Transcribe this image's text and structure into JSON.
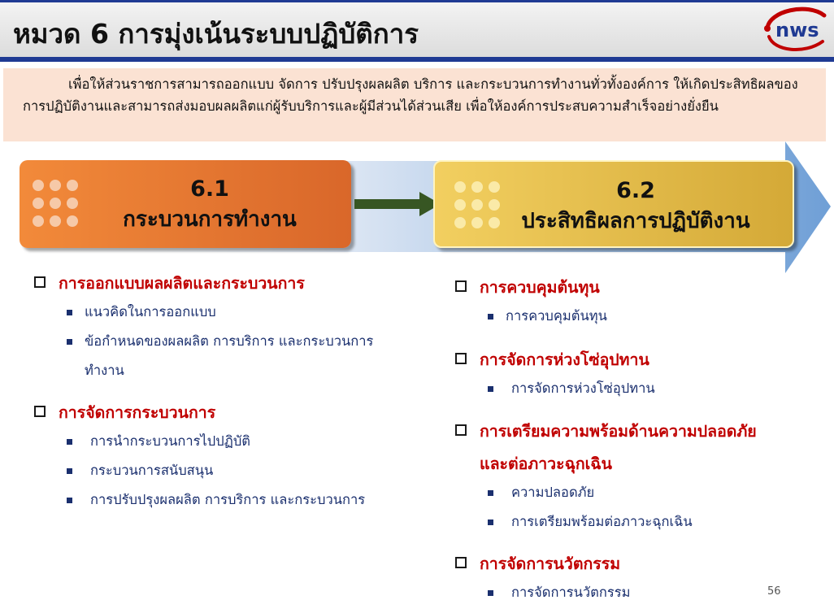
{
  "header": {
    "title": "หมวด 6  การมุ่งเน้นระบบปฏิบัติการ",
    "logo_text": "nws"
  },
  "intro": {
    "text": "เพื่อให้ส่วนราชการสามารถออกแบบ จัดการ ปรับปรุงผลผลิต บริการ และกระบวนการทำงานทั่วทั้งองค์การ ให้เกิดประสิทธิผลของการปฏิบัติงานและสามารถส่งมอบผลผลิตแก่ผู้รับบริการและผู้มีส่วนได้ส่วนเสีย เพื่อให้องค์การประสบความสำเร็จอย่างยั่งยืน"
  },
  "boxes": [
    {
      "number": "6.1",
      "label": "กระบวนการทำงาน"
    },
    {
      "number": "6.2",
      "label": "ประสิทธิผลการปฏิบัติงาน"
    }
  ],
  "left": {
    "sections": [
      {
        "heading": "การออกแบบผลผลิตและกระบวนการ",
        "items": [
          "แนวคิดในการออกแบบ",
          "ข้อกำหนดของผลผลิต การบริการ และกระบวนการ",
          "ทำงาน"
        ]
      },
      {
        "heading": "การจัดการกระบวนการ",
        "items": [
          "การนำกระบวนการไปปฏิบัติ",
          "กระบวนการสนับสนุน",
          "การปรับปรุงผลผลิต การบริการ และกระบวนการ"
        ]
      }
    ]
  },
  "right": {
    "sections": [
      {
        "heading": "การควบคุมต้นทุน",
        "items": [
          "การควบคุมต้นทุน"
        ]
      },
      {
        "heading": "การจัดการห่วงโซ่อุปทาน",
        "items": [
          "การจัดการห่วงโซ่อุปทาน"
        ]
      },
      {
        "heading": "การเตรียมความพร้อมด้านความปลอดภัย",
        "heading_cont": "และต่อภาวะฉุกเฉิน",
        "items": [
          "ความปลอดภัย",
          "การเตรียมพร้อมต่อภาวะฉุกเฉิน"
        ]
      },
      {
        "heading": "การจัดการนวัตกรรม",
        "items": [
          "การจัดการนวัตกรรม"
        ]
      }
    ]
  },
  "page_number": "56",
  "colors": {
    "header_bar": "#1f3a93",
    "heading_red": "#c00000",
    "item_navy": "#1a2f6e",
    "box_orange": "#e8782f",
    "box_gold": "#e6bf4c",
    "arrow_green": "#375623",
    "intro_bg": "#fbe2d3"
  }
}
